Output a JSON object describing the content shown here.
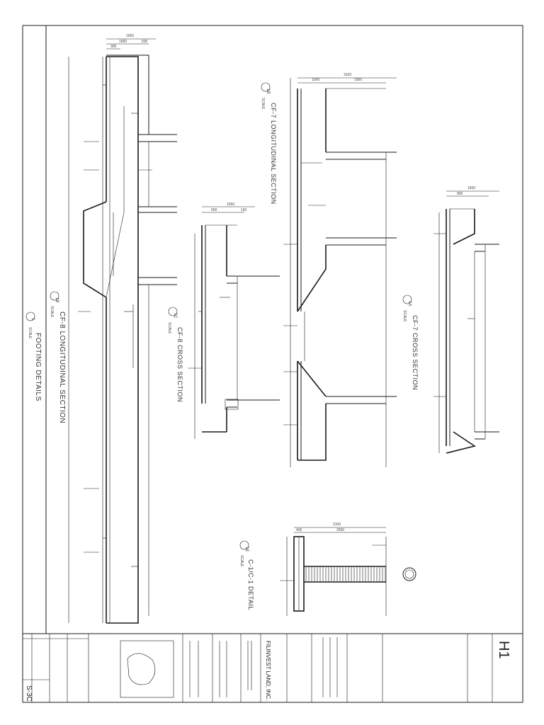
{
  "sheet": {
    "sheet_number": "S-3C",
    "logo_text": "H1",
    "company": "FILINVEST LAND, INC."
  },
  "details": [
    {
      "mark": "1",
      "title": "FOOTING DETAILS",
      "scale": "SCALE"
    },
    {
      "mark": "1B",
      "title": "CF-8 LONGITUDINAL SECTION",
      "scale": "SCALE"
    },
    {
      "mark": "1B",
      "title": "CF-7 LONGITUDINAL SECTION",
      "scale": "SCALE"
    },
    {
      "mark": "1C",
      "title": "CF-8 CROSS SECTION",
      "scale": "SCALE"
    },
    {
      "mark": "1A",
      "title": "CF-7 CROSS SECTION",
      "scale": "SCALE"
    },
    {
      "mark": "1E",
      "title": "C-1/C-1 DETAIL",
      "scale": "SCALE"
    }
  ],
  "dimensions": {
    "d1650a": "1650",
    "d1000": "1000",
    "d500": "500",
    "d300": "300",
    "d3100": "3100",
    "d2100": "2100",
    "d2550": "2550",
    "d1650b": "1650",
    "d1500": "1500",
    "d1050": "1050",
    "d900": "900",
    "d600": "600",
    "d150": "150",
    "d400": "400"
  }
}
